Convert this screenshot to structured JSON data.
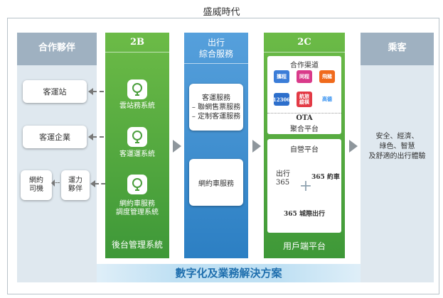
{
  "title": "盛威時代",
  "partners": {
    "header": "合作夥伴",
    "items": [
      "客運站",
      "客運企業"
    ],
    "driver": "網約\n司機",
    "capacity": "運力\n夥伴"
  },
  "b2b": {
    "header": "2B",
    "systems": [
      "雲站務系統",
      "客運運系統",
      "網約車服務\n調度管理系統"
    ],
    "footer": "後台管理系統"
  },
  "travel": {
    "header": "出行\n綜合服務",
    "box1_title": "客運服務",
    "box1_lines": [
      "– 聯網售票服務",
      "– 定制客運服務"
    ],
    "box2": "網約車服務"
  },
  "c2c": {
    "header": "2C",
    "channels_title": "合作渠道",
    "channels": [
      {
        "name": "攜程",
        "color": "#3b7dd8"
      },
      {
        "name": "同程",
        "color": "#d93a8a"
      },
      {
        "name": "飛豬",
        "color": "#f06a1c"
      },
      {
        "name": "12306",
        "color": "#2d6fcc"
      },
      {
        "name": "航旅\n縱橫",
        "color": "#e33a45"
      },
      {
        "name": "高德",
        "color": "#2f8ef0"
      }
    ],
    "ota": "OTA",
    "ota_label": "聚合平台",
    "self_title": "自營平台",
    "self_left": "出行\n365",
    "self_right": "365 約車",
    "self_bottom": "365 城際出行",
    "plus": "+",
    "footer": "用戶端平台"
  },
  "passengers": {
    "header": "乘客",
    "desc": "安全、經濟、\n綠色、智慧\n及舒適的出行體驗"
  },
  "banner": "數字化及業務解決方案"
}
